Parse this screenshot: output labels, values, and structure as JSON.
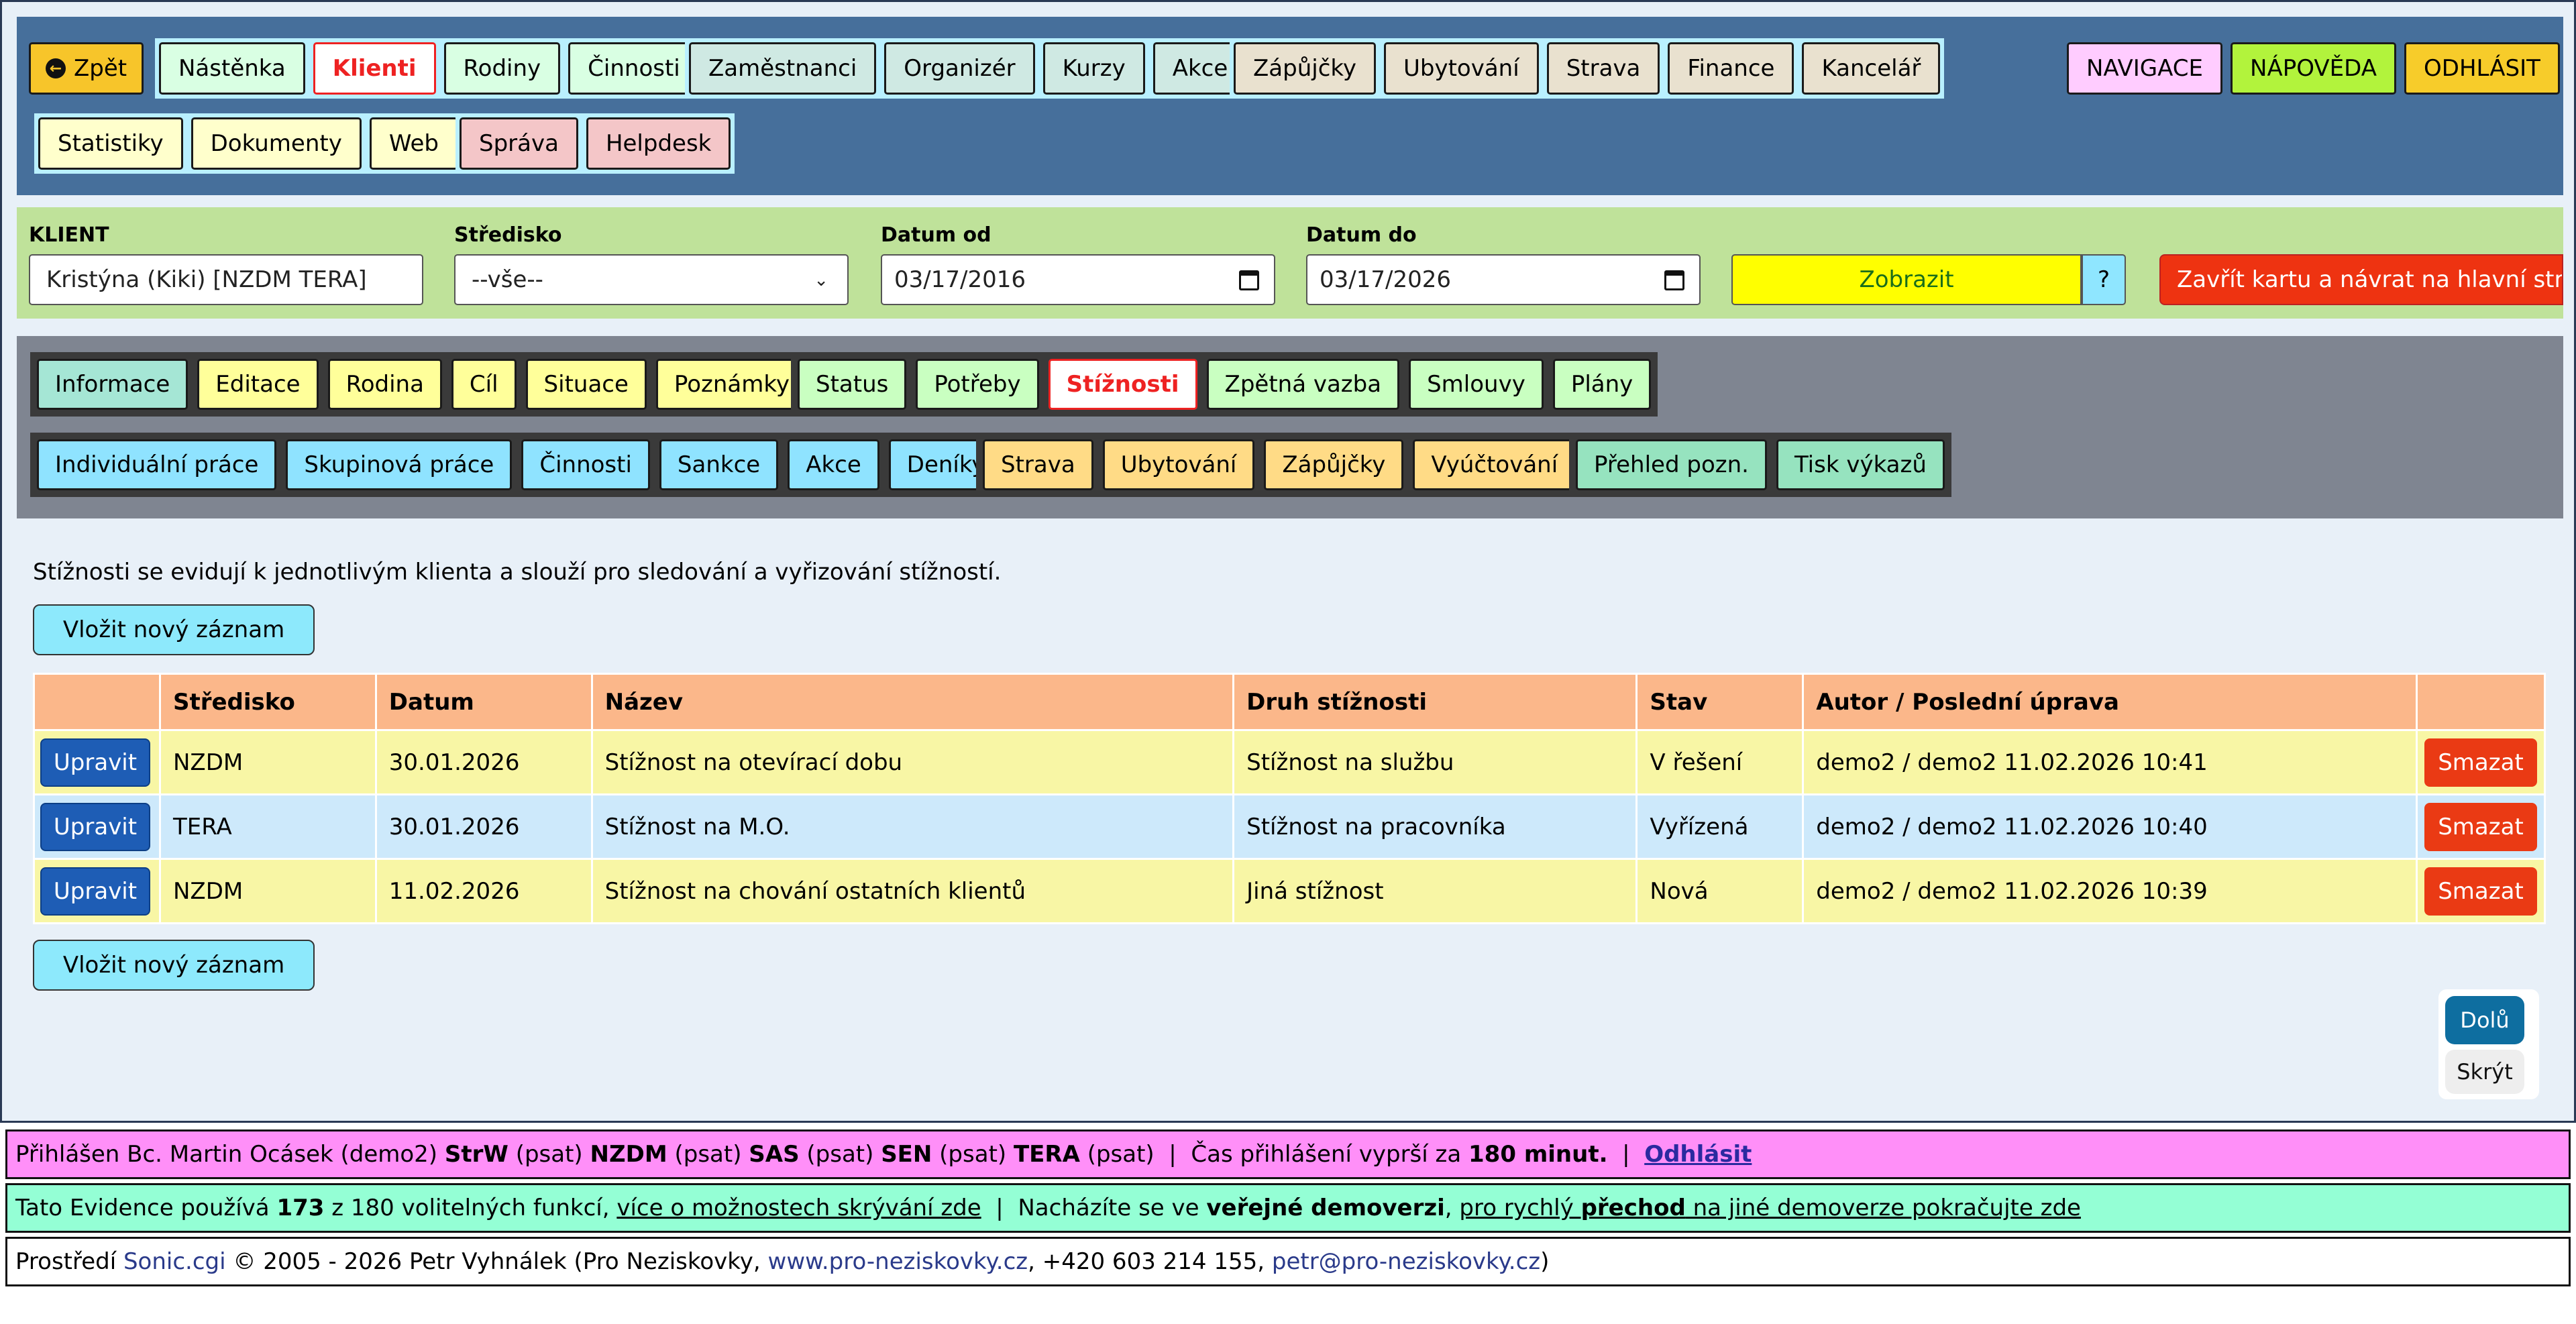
{
  "topnav": {
    "back": "Zpět",
    "group1": [
      "Nástěnka",
      "Klienti",
      "Rodiny",
      "Činnosti"
    ],
    "group2": [
      "Zaměstnanci",
      "Organizér",
      "Kurzy",
      "Akce"
    ],
    "group3": [
      "Zápůjčky",
      "Ubytování",
      "Strava",
      "Finance",
      "Kancelář"
    ],
    "group4": [
      "Statistiky",
      "Dokumenty",
      "Web"
    ],
    "group5": [
      "Správa",
      "Helpdesk"
    ],
    "right": [
      "NAVIGACE",
      "NÁPOVĚDA",
      "ODHLÁSIT"
    ]
  },
  "filter": {
    "client_label": "KLIENT",
    "client_value": "Kristýna (Kiki) [NZDM TERA]",
    "center_label": "Středisko",
    "center_value": "--vše--",
    "date_from_label": "Datum od",
    "date_from_value": "03/17/2016",
    "date_to_label": "Datum do",
    "date_to_value": "03/17/2026",
    "show_button": "Zobrazit",
    "help_button": "?",
    "close_button": "Zavřít kartu a návrat na hlavní stránku"
  },
  "subtabs": {
    "row1_group1": [
      "Informace",
      "Editace",
      "Rodina",
      "Cíl",
      "Situace",
      "Poznámky"
    ],
    "row1_group2": [
      "Status",
      "Potřeby",
      "Stížnosti",
      "Zpětná vazba",
      "Smlouvy",
      "Plány"
    ],
    "row2_group1": [
      "Individuální práce",
      "Skupinová práce",
      "Činnosti",
      "Sankce",
      "Akce",
      "Deníky"
    ],
    "row2_group2": [
      "Strava",
      "Ubytování",
      "Zápůjčky",
      "Vyúčtování"
    ],
    "row2_group3": [
      "Přehled pozn.",
      "Tisk výkazů"
    ]
  },
  "main": {
    "description": "Stížnosti se evidují k jednotlivým klienta a slouží pro sledování a vyřizování stížností.",
    "insert_button": "Vložit nový záznam",
    "table": {
      "headers": [
        "",
        "Středisko",
        "Datum",
        "Název",
        "Druh stížnosti",
        "Stav",
        "Autor / Poslední úprava",
        ""
      ],
      "edit_label": "Upravit",
      "delete_label": "Smazat",
      "rows": [
        {
          "center": "NZDM",
          "date": "30.01.2026",
          "name": "Stížnost na otevírací dobu",
          "type": "Stížnost na službu",
          "status": "V řešení",
          "author": "demo2 / demo2 11.02.2026 10:41"
        },
        {
          "center": "TERA",
          "date": "30.01.2026",
          "name": "Stížnost na M.O.",
          "type": "Stížnost na pracovníka",
          "status": "Vyřízená",
          "author": "demo2 / demo2 11.02.2026 10:40"
        },
        {
          "center": "NZDM",
          "date": "11.02.2026",
          "name": "Stížnost na chování ostatních klientů",
          "type": "Jiná stížnost",
          "status": "Nová",
          "author": "demo2 / demo2 11.02.2026 10:39"
        }
      ]
    },
    "down_button": "Dolů",
    "hide_button": "Skrýt"
  },
  "footer": {
    "login_prefix": "Přihlášen Bc. Martin Ocásek (demo2) ",
    "r1": "StrW",
    "p1": " (psat) ",
    "r2": "NZDM",
    "p2": " (psat) ",
    "r3": "SAS",
    "p3": " (psat) ",
    "r4": "SEN",
    "p4": " (psat) ",
    "r5": "TERA",
    "p5": " (psat)  |  Čas přihlášení vyprší za ",
    "minutes": "180 minut.",
    "sep": "  |  ",
    "logout_link": "Odhlásit",
    "line2_a": "Tato Evidence používá ",
    "line2_count": "173",
    "line2_b": " z 180 volitelných funkcí, ",
    "line2_link1": "více o možnostech skrývání zde",
    "line2_c": "  |  Nacházíte se ve ",
    "line2_bold": "veřejné demoverzi",
    "line2_d": ", ",
    "line2_link2a": "pro rychlý ",
    "line2_link2b": "přechod",
    "line2_link2c": " na jiné demoverze pokračujte zde",
    "line3_a": "Prostředí ",
    "line3_sonic": "Sonic.cgi",
    "line3_b": " © 2005 - 2026 Petr Vyhnálek (Pro Neziskovky, ",
    "line3_web": "www.pro-neziskovky.cz",
    "line3_c": ", +420 603 214 155, ",
    "line3_mail": "petr@pro-neziskovky.cz",
    "line3_d": ")"
  }
}
